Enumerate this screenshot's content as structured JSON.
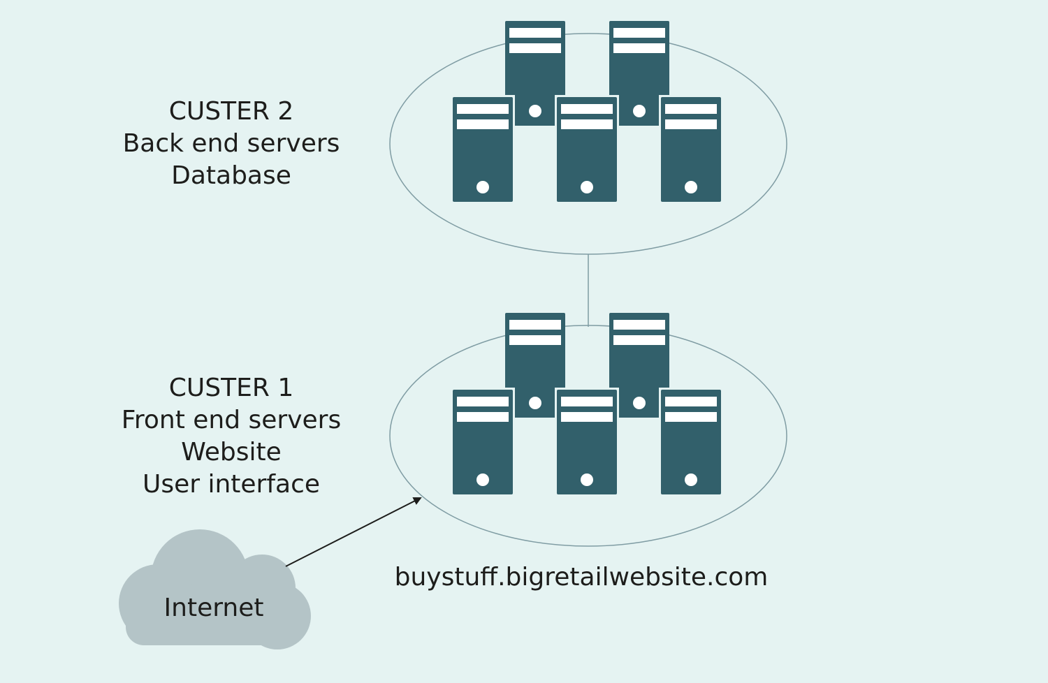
{
  "cluster_2": {
    "title": "CUSTER 2",
    "line1": "Back end servers",
    "line2": "Database"
  },
  "cluster_1": {
    "title": "CUSTER 1",
    "line1": "Front end servers",
    "line2": "Website",
    "line3": "User interface"
  },
  "internet": {
    "label": "Internet"
  },
  "site_url": "buystuff.bigretailwebsite.com",
  "colors": {
    "background": "#e5f3f2",
    "server": "#32606b",
    "server_detail": "#ffffff",
    "cluster_outline": "#7f9ca3",
    "cloud": "#b4c4c7",
    "text": "#1d1d1b"
  },
  "icons": {
    "server": "server-tower-icon",
    "cloud": "cloud-icon"
  }
}
